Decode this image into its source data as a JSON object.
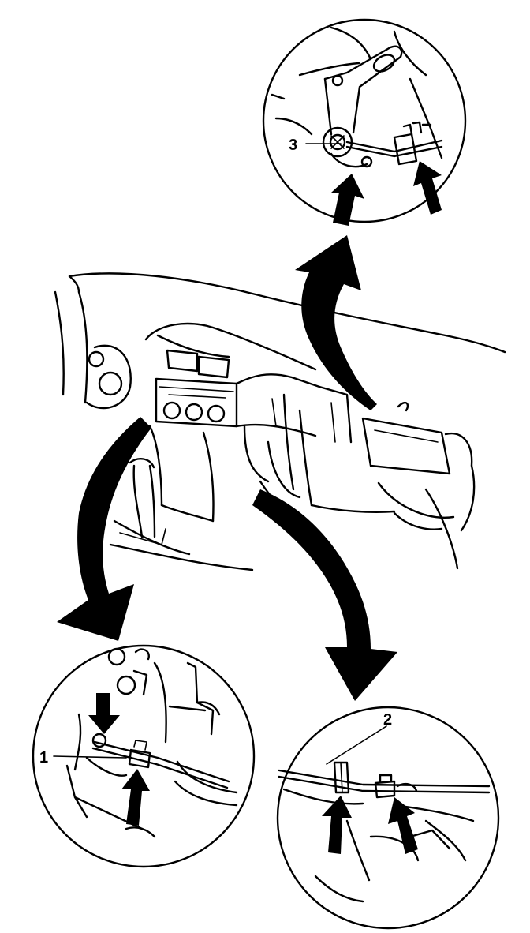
{
  "callouts": {
    "cable_1": "1",
    "cable_2": "2",
    "cable_3": "3"
  },
  "colors": {
    "line": "#000000",
    "background": "#ffffff"
  },
  "icons": {
    "arrow": "bold-curved-arrow",
    "push": "bold-straight-arrow"
  }
}
